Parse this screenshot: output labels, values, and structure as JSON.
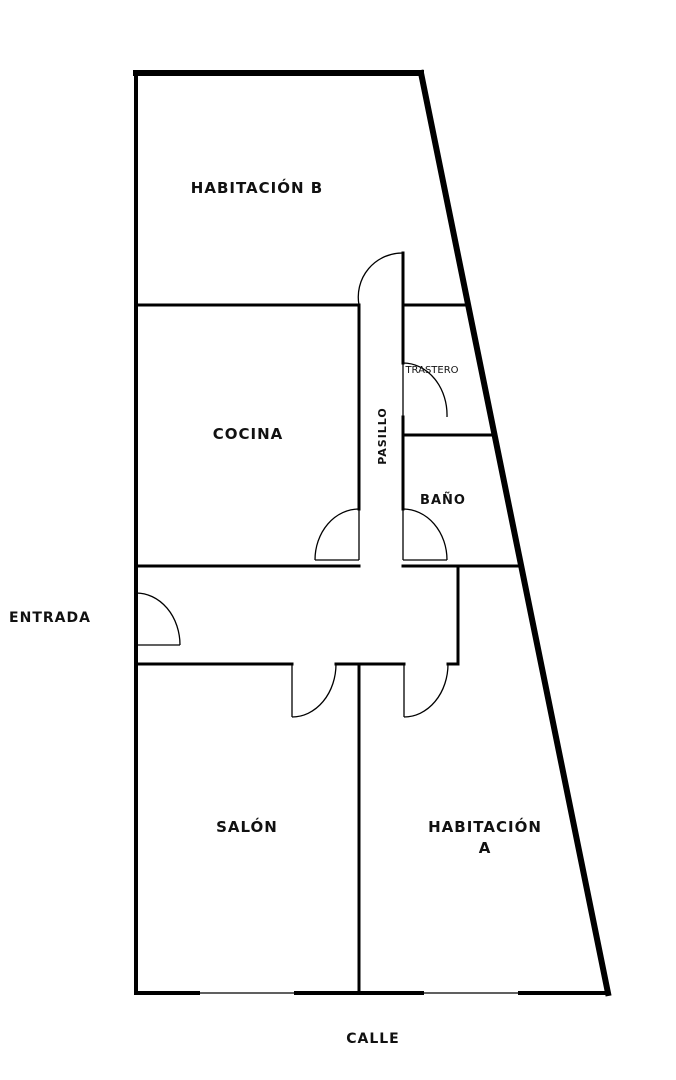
{
  "rooms": {
    "habitacion_b": "HABITACIÓN B",
    "cocina": "COCINA",
    "pasillo": "PASILLO",
    "trastero": "TRASTERO",
    "bano": "BAÑO",
    "salon": "SALÓN",
    "habitacion_a_line1": "HABITACIÓN",
    "habitacion_a_line2": "A"
  },
  "exterior": {
    "entrada": "ENTRADA",
    "calle": "CALLE"
  },
  "colors": {
    "wall": "#000000",
    "background": "#ffffff"
  }
}
